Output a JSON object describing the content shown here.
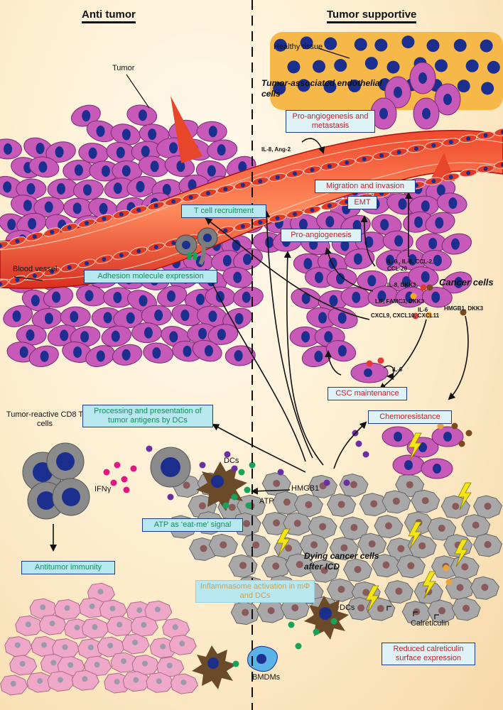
{
  "headers": {
    "left": "Anti tumor",
    "right": "Tumor supportive"
  },
  "labels": {
    "healthy_tissue": "Healthy tissue",
    "tumor": "Tumor",
    "tumor_endothelial": "Tumor-associated endothelial cells",
    "blood_vessel": "Blood vessel",
    "cancer_cells": "Cancer cells",
    "cd8": "Tumor-reactive CD8 T cells",
    "ifng": "IFNγ",
    "dcs_top": "DCs",
    "atp": "ATP",
    "hmgb1": "HMGB1",
    "dying": "Dying cancer cells after ICD",
    "calreticulin": "Calreticulin",
    "dcs_bottom": "DCs",
    "bmdms": "BMDMs"
  },
  "mediators": {
    "il8_ang2": "IL-8, Ang-2",
    "il6_il8_ccl": "IL-6 , IL-8, CCL-2, CCL-20",
    "il8_dkk3": "IL-8, DKK3",
    "lif": "LIF, FAMC3, DKK3",
    "cxcl": "CXCL9, CXCL10, CXCL11",
    "il6_a": "IL-6",
    "hmgb1_dkk3": "HMGB1, DKK3",
    "il6_b": "IL-6"
  },
  "boxes": {
    "pro_angio_meta": "Pro-angiogenesis and metastasis",
    "migration": "Migration and invasion",
    "emt": "EMT",
    "tcell_recruit": "T cell recruitment",
    "pro_angio": "Pro-angiogenesis",
    "adhesion": "Adhesion molecule expression",
    "csc": "CSC maintenance",
    "chemores": "Chemoresistance",
    "processing": "Processing and presentation of tumor antigens by DCs",
    "atp_signal": "ATP as ‘eat-me’ signal",
    "antitumor": "Antitumor immunity",
    "inflammasome": "Inflammasome activation in mΦ and DCs",
    "reduced_calr": "Reduced calreticulin surface expression"
  },
  "colors": {
    "tumor_cell": "#c75ab8",
    "nucleus": "#1c2f8f",
    "vessel": "#e23a24",
    "healthy": "#f7b84a",
    "dying_cell": "#a8a8a8",
    "red_text": "#c0232b",
    "green_text": "#12905a",
    "box_border": "#1f3b86"
  }
}
